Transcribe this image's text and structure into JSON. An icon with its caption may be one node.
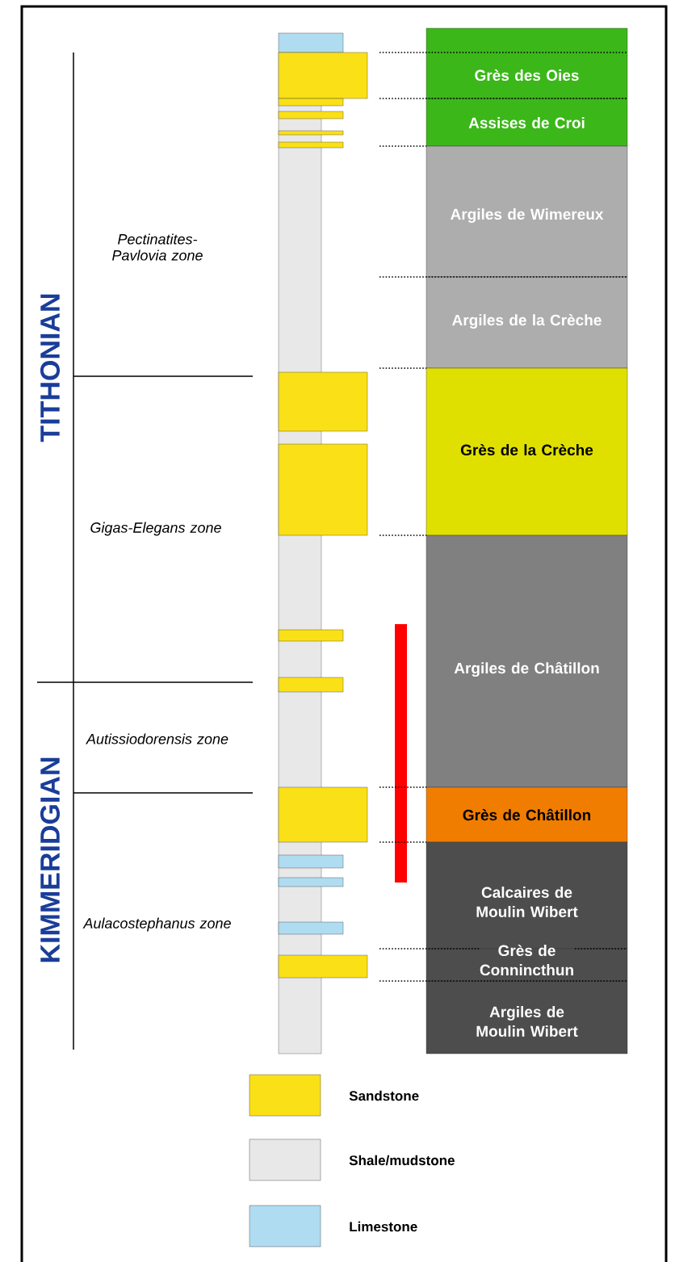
{
  "diagram": {
    "nodes": [
      {
        "text": [
          "Grès des Oies"
        ]
      },
      {
        "text": [
          "Assises de Croi"
        ]
      },
      {
        "text": [
          "Argiles de Wimereux"
        ]
      },
      {
        "text": [
          "Argiles de la Crèche"
        ]
      },
      {
        "text": [
          "Grès de la Crèche"
        ]
      },
      {
        "text": [
          "Argiles de Châtillon"
        ]
      },
      {
        "text": [
          "Grès de Châtillon"
        ]
      },
      {
        "text": [
          "Calcaires de Moulin Wibert"
        ]
      },
      {
        "text": [
          "Grès de Connincthun"
        ]
      },
      {
        "text": [
          "Argiles de Moulin Wibert"
        ]
      }
    ],
    "labels": [
      "Pectinatites-Pavlovia zone",
      "TITHONIAN",
      "Gigas-Elegans zone",
      "Autissiodorensis zone",
      "KIMMERIDGIAN",
      "Aulacostephanus zone"
    ],
    "legend": [
      {
        "text": "Sandstone",
        "color": "#fae016"
      },
      {
        "text": "Shale/mudstone",
        "color": "#e8e8e8"
      },
      {
        "text": "Limestone",
        "color": "#b0dcf2"
      }
    ]
  }
}
